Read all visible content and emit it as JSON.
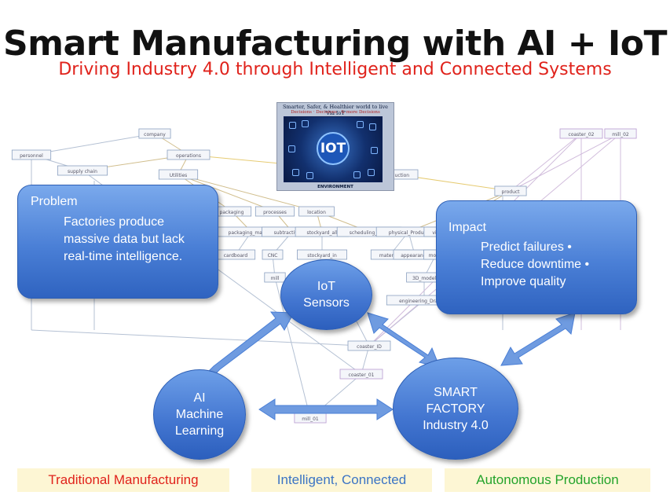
{
  "header": {
    "title": "Smart Manufacturing with AI + IoT",
    "subtitle": "Driving Industry 4.0 through Intelligent and Connected Systems"
  },
  "iot_image": {
    "caption": "Smarter, Safer, & Healthier world to live 'Via IoT'",
    "caption2": "Decisions · Decisions · & more Decisions",
    "badge": "IOT",
    "bottom_label": "ENVIRONMENT"
  },
  "problem": {
    "title": "Problem",
    "text": "Factories produce massive data but lack real-time intelligence."
  },
  "impact": {
    "title": "Impact",
    "items": [
      "Predict failures •",
      "Reduce downtime •",
      "Improve quality"
    ]
  },
  "nodes": {
    "iot_sensors": {
      "line1": "IoT",
      "line2": "Sensors"
    },
    "ai_ml": {
      "line1": "AI",
      "line2": "Machine",
      "line3": "Learning"
    },
    "smart_factory": {
      "line1": "SMART",
      "line2": "FACTORY",
      "line3": "Industry 4.0"
    }
  },
  "bottom_labels": {
    "traditional": "Traditional Manufacturing",
    "intelligent": "Intelligent, Connected",
    "autonomous": "Autonomous Production"
  },
  "background_nodes": [
    "company",
    "personnel",
    "operations",
    "supply chain",
    "Utilities",
    "production",
    "packaging",
    "processes",
    "location",
    "product",
    "packaging_material",
    "subtractive Mfg",
    "stockyard_all",
    "scheduling_Floor",
    "physical_Product",
    "virtual",
    "cardboard",
    "CNC",
    "stockyard_in",
    "materials",
    "appearance",
    "model",
    "mill",
    "3D_model",
    "engineering_Drawing",
    "coaster_ID",
    "coaster_02",
    "mill_02",
    "coaster_01",
    "mill_01"
  ],
  "colors": {
    "box_top": "#7aa9ec",
    "box_bottom": "#2f63c0",
    "title_red": "#e0221b",
    "arrow": "#6f9be0",
    "label_bg": "#fdf6d4",
    "label_blue": "#3b74c4",
    "label_green": "#23a32b"
  }
}
